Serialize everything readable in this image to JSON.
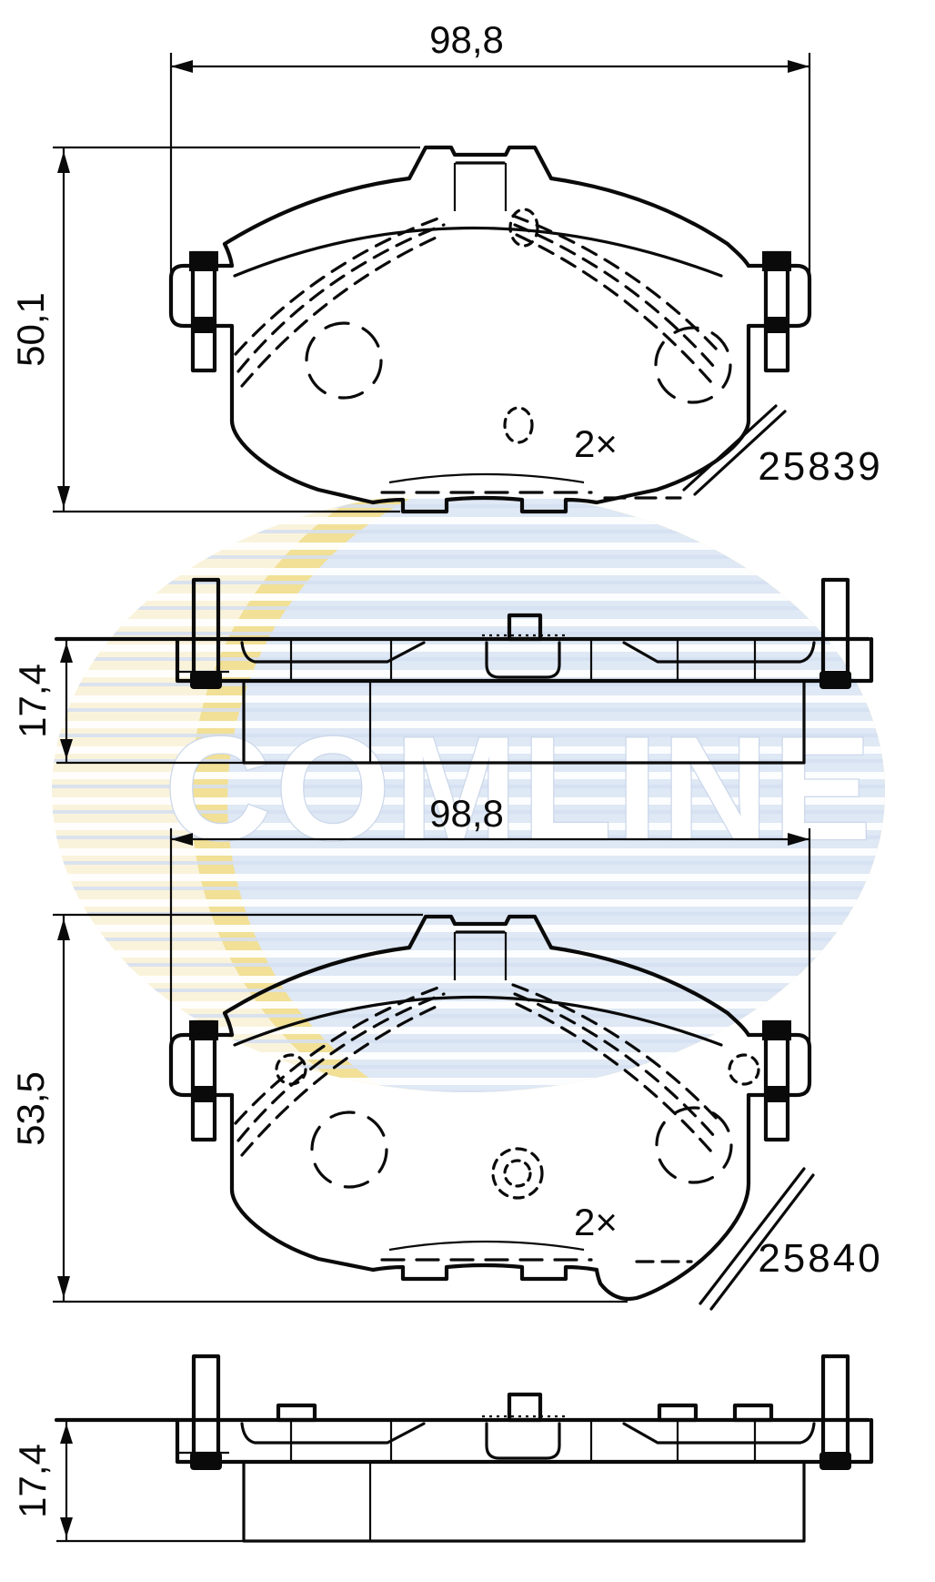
{
  "watermark": {
    "brand": "COMLINE"
  },
  "pads": {
    "top": {
      "part_number": "25839",
      "quantity": "2×",
      "width": "98,8",
      "height": "50,1",
      "thickness": "17,4"
    },
    "bottom": {
      "part_number": "25840",
      "quantity": "2×",
      "width": "98,8",
      "height": "53,5",
      "thickness": "17,4"
    }
  },
  "colors": {
    "line": "#0a0a0a",
    "watermark_cream": "#faf3dc",
    "watermark_yellow": "#f1e096",
    "watermark_blue": "#dfe8f5",
    "watermark_stripe": "#d5e0f1",
    "watermark_text": "#ffffff",
    "watermark_text_outline": "#cbd7ea"
  }
}
